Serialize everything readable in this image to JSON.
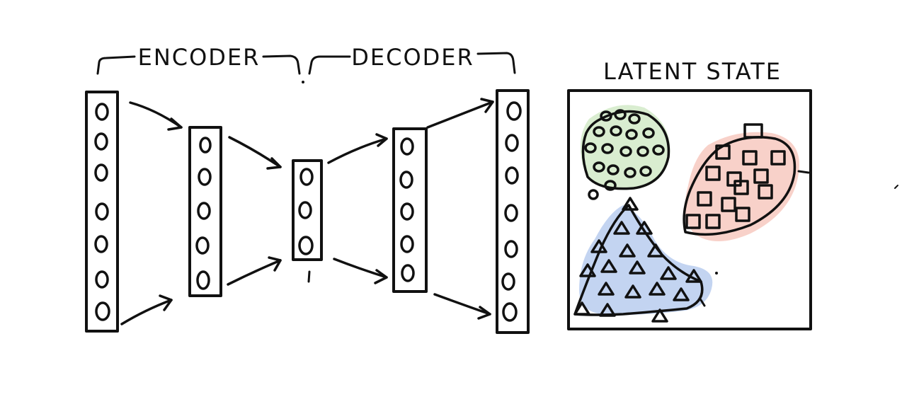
{
  "diagram": {
    "encoder_label": "ENCODER",
    "decoder_label": "DECODER",
    "latent_title": "LATENT STATE",
    "layers": [
      {
        "id": "input",
        "nodes": 7
      },
      {
        "id": "enc-hidden",
        "nodes": 5
      },
      {
        "id": "bottleneck",
        "nodes": 3
      },
      {
        "id": "dec-hidden",
        "nodes": 5
      },
      {
        "id": "output",
        "nodes": 7
      }
    ],
    "clusters": [
      {
        "name": "circles",
        "marker": "circle",
        "color": "#cfe8c4"
      },
      {
        "name": "squares",
        "marker": "square",
        "color": "#f7c9c0"
      },
      {
        "name": "triangles",
        "marker": "triangle",
        "color": "#b9cdef"
      }
    ]
  }
}
